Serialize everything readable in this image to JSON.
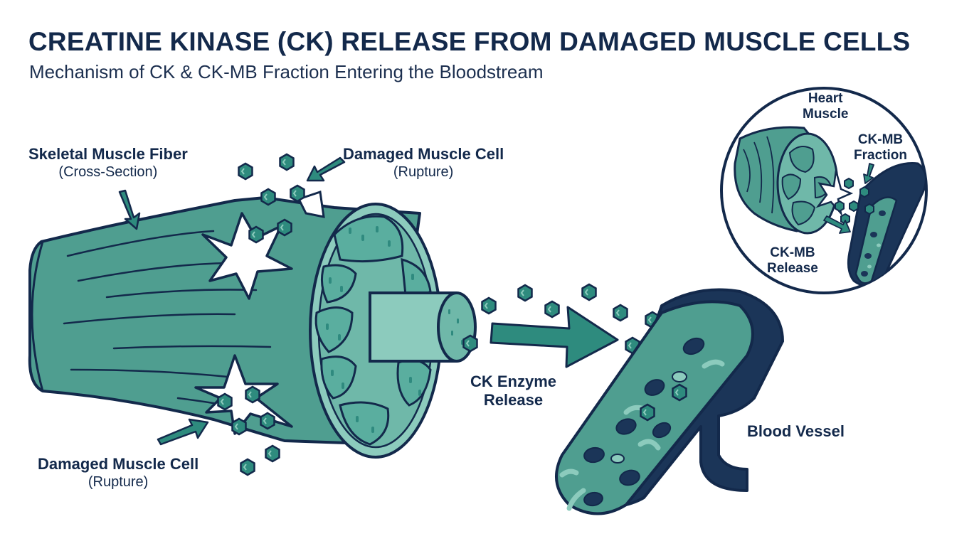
{
  "header": {
    "title": "CREATINE KINASE (CK) RELEASE FROM DAMAGED MUSCLE CELLS",
    "subtitle": "Mechanism of CK & CK-MB Fraction Entering the Bloodstream"
  },
  "labels": {
    "skeletal_fiber": {
      "bold": "Skeletal Muscle Fiber",
      "normal": "(Cross-Section)"
    },
    "damaged_top": {
      "bold": "Damaged Muscle Cell",
      "normal": "(Rupture)"
    },
    "damaged_bottom": {
      "bold": "Damaged Muscle Cell",
      "normal": "(Rupture)"
    },
    "ck_release": {
      "line1": "CK Enzyme",
      "line2": "Release"
    },
    "blood_vessel": "Blood Vessel",
    "heart_muscle": {
      "line1": "Heart",
      "line2": "Muscle"
    },
    "ckmb_fraction": {
      "line1": "CK-MB",
      "line2": "Fraction"
    },
    "ckmb_release": {
      "line1": "CK-MB",
      "line2": "Release"
    }
  },
  "colors": {
    "navy": "#13294b",
    "teal": "#4f9e90",
    "teal_light": "#8ccbbd",
    "teal_dark": "#2f8a7f",
    "enzyme": "#2e8b7e",
    "blood": "#1b3558"
  }
}
